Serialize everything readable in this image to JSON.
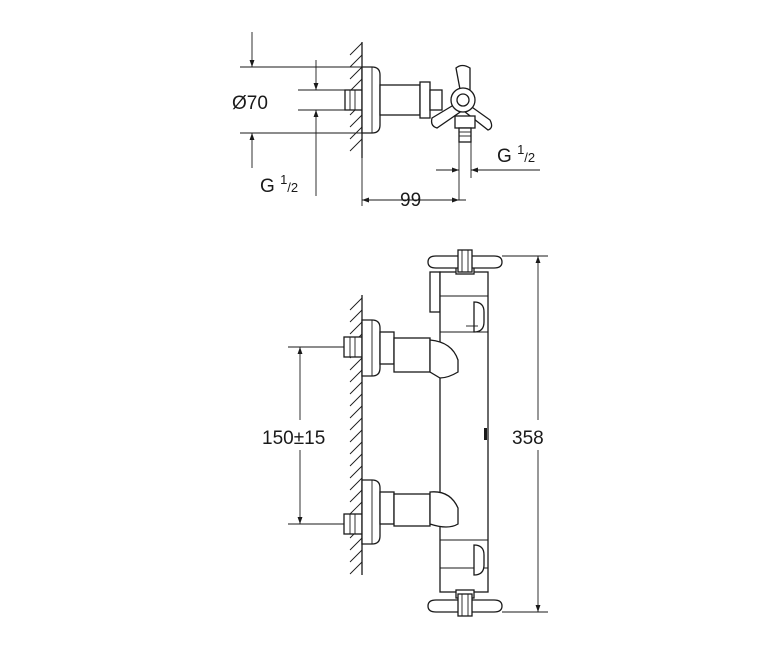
{
  "top_view": {
    "diameter_label": "Ø70",
    "inlet_thread_label": {
      "main": "G ",
      "num": "1",
      "den": "/2"
    },
    "outlet_thread_label": {
      "main": "G ",
      "num": "1",
      "den": "/2"
    },
    "projection_label": "99"
  },
  "front_view": {
    "inlet_spacing_label": "150±15",
    "total_length_label": "358"
  }
}
